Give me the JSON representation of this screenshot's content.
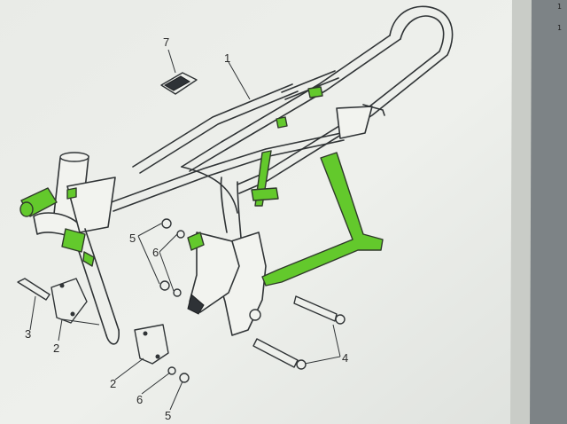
{
  "diagram": {
    "callouts": [
      {
        "id": "c7",
        "text": "7"
      },
      {
        "id": "c1",
        "text": "1"
      },
      {
        "id": "c5a",
        "text": "5"
      },
      {
        "id": "c6a",
        "text": "6"
      },
      {
        "id": "c3",
        "text": "3"
      },
      {
        "id": "c2a",
        "text": "2"
      },
      {
        "id": "c2b",
        "text": "2"
      },
      {
        "id": "c6b",
        "text": "6"
      },
      {
        "id": "c5b",
        "text": "5"
      },
      {
        "id": "c4",
        "text": "4"
      }
    ],
    "edge_marks": [
      "1",
      "1"
    ],
    "colors": {
      "page": "#eceeea",
      "shadow": "#6f7579",
      "ink": "#303436",
      "highlight": "#63c92c"
    }
  }
}
